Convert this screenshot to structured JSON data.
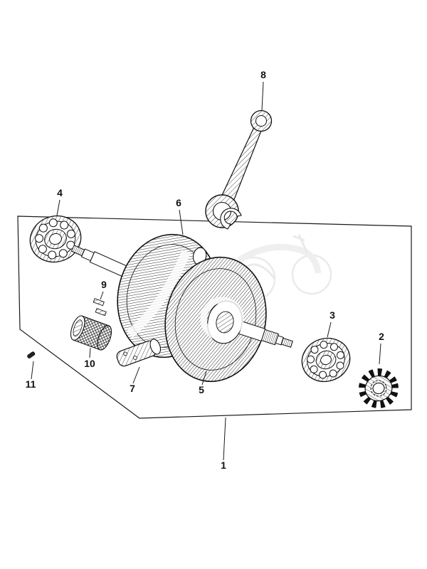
{
  "diagram": {
    "kind": "exploded-parts-diagram",
    "ink_color": "#1a1a1a",
    "paper_color": "#ffffff",
    "watermark_color": "#d9d9d9"
  },
  "parts": {
    "1": "1",
    "2": "2",
    "3": "3",
    "4": "4",
    "5": "5",
    "6": "6",
    "7": "7",
    "8": "8",
    "9": "9",
    "10": "10",
    "11": "11"
  }
}
